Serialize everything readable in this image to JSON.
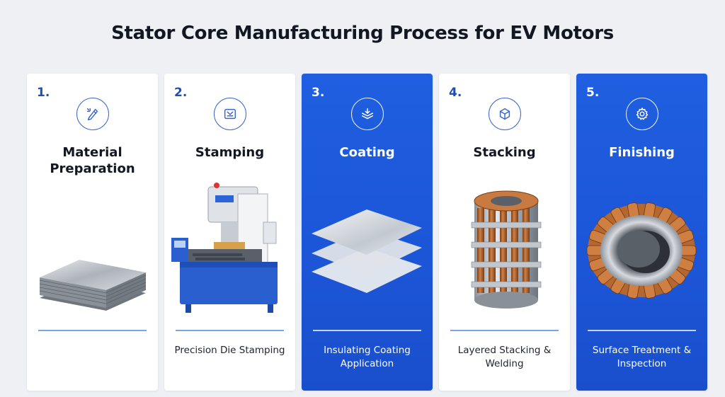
{
  "title": "Stator Core Manufacturing Process for EV Motors",
  "steps": [
    {
      "number": "1.",
      "title": "Material Preparation",
      "description": "",
      "icon": "pencil-ruler-icon",
      "highlight": false
    },
    {
      "number": "2.",
      "title": "Stamping",
      "description": "Precision Die Stamping",
      "icon": "press-die-icon",
      "highlight": false
    },
    {
      "number": "3.",
      "title": "Coating",
      "description": "Insulating Coating Application",
      "icon": "coating-tray-icon",
      "highlight": true
    },
    {
      "number": "4.",
      "title": "Stacking",
      "description": "Layered Stacking & Welding",
      "icon": "cube-stack-icon",
      "highlight": false
    },
    {
      "number": "5.",
      "title": "Finishing",
      "description": "Surface Treatment & Inspection",
      "icon": "gear-icon",
      "highlight": true
    }
  ],
  "colors": {
    "accent": "#1f5fe0",
    "copper": "#b8672e",
    "steel": "#9aa1ab"
  }
}
